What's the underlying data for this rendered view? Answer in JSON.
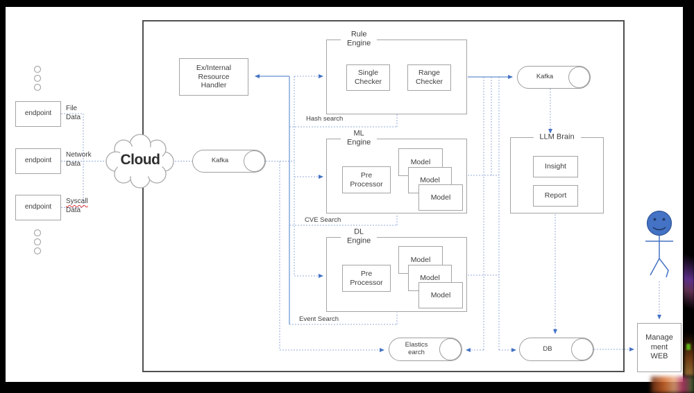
{
  "colors": {
    "accent_blue": "#4472c4",
    "dotted_line_blue": "#93abd9",
    "solid_line_blue": "#7da2d8",
    "box_border_gray": "#a3a3a3",
    "frame_black": "#000000",
    "text_gray": "#3d3d3d",
    "person_blue": "#4472c4",
    "misspell_red": "#e03131"
  },
  "endpoints": {
    "box1": {
      "label": "endpoint",
      "line1": "File",
      "line2": "Data"
    },
    "box2": {
      "label": "endpoint",
      "line1": "Network",
      "line2": "Data"
    },
    "box3": {
      "label": "endpoint",
      "line1": "Syscall",
      "line2": "Data"
    }
  },
  "cloud": {
    "label": "Cloud"
  },
  "handler": {
    "label": "Ex/Internal\nResource\nHandler"
  },
  "rule_engine": {
    "title": "Rule\nEngine",
    "single": "Single\nChecker",
    "range": "Range\nChecker"
  },
  "ml_engine": {
    "title": "ML\nEngine",
    "pre": "Pre\nProcessor",
    "models": [
      "Model",
      "Model",
      "Model"
    ]
  },
  "dl_engine": {
    "title": "DL\nEngine",
    "pre": "Pre\nProcessor",
    "models": [
      "Model",
      "Model",
      "Model"
    ]
  },
  "llm_brain": {
    "title": "LLM Brain",
    "insight": "Insight",
    "report": "Report"
  },
  "search_labels": {
    "hash": "Hash search",
    "cve": "CVE Search",
    "event": "Event Search"
  },
  "pipeline": {
    "kafka_in": {
      "label": "Kafka"
    },
    "kafka_out": {
      "label": "Kafka"
    },
    "db": {
      "label": "DB"
    },
    "elasticsearch": {
      "label": "Elastics\nearch"
    }
  },
  "management": {
    "label": "Manage\nment\nWEB"
  }
}
